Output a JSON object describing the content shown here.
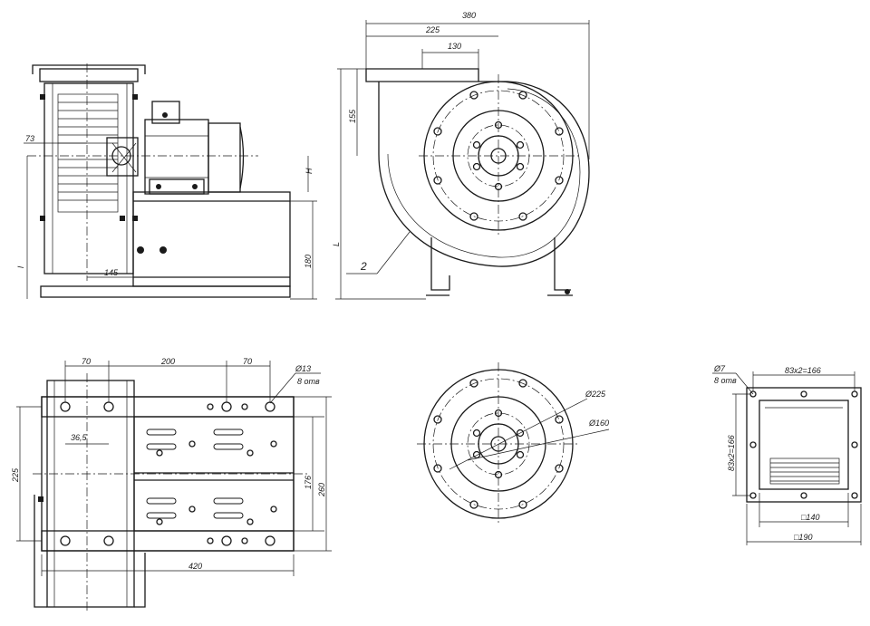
{
  "dimensions": {
    "overall_width": "380",
    "outlet_offset": "225",
    "outlet_width": "130",
    "outlet_height": "155",
    "shaft_offset": "73",
    "h_label": "H",
    "l_label": "L",
    "l_small_label": "l",
    "base_height": "180",
    "base_depth": "145",
    "hole_pitch_70_left": "70",
    "hole_pitch_200": "200",
    "hole_pitch_70_right": "70",
    "hole_diameter": "Ø13",
    "hole_count": "8 отв",
    "slot_offset": "36,5",
    "frame_width_225": "225",
    "frame_inner_176": "176",
    "frame_outer_260": "260",
    "frame_length_420": "420",
    "flange_d225": "Ø225",
    "flange_d160": "Ø160",
    "outlet_hole_diameter": "Ø7",
    "outlet_hole_count": "8 отв",
    "outlet_pitch_h": "83x2=166",
    "outlet_pitch_v": "83x2=166",
    "outlet_inner": "□140",
    "outlet_outer": "□190"
  },
  "callouts": {
    "volute_position": "2"
  }
}
